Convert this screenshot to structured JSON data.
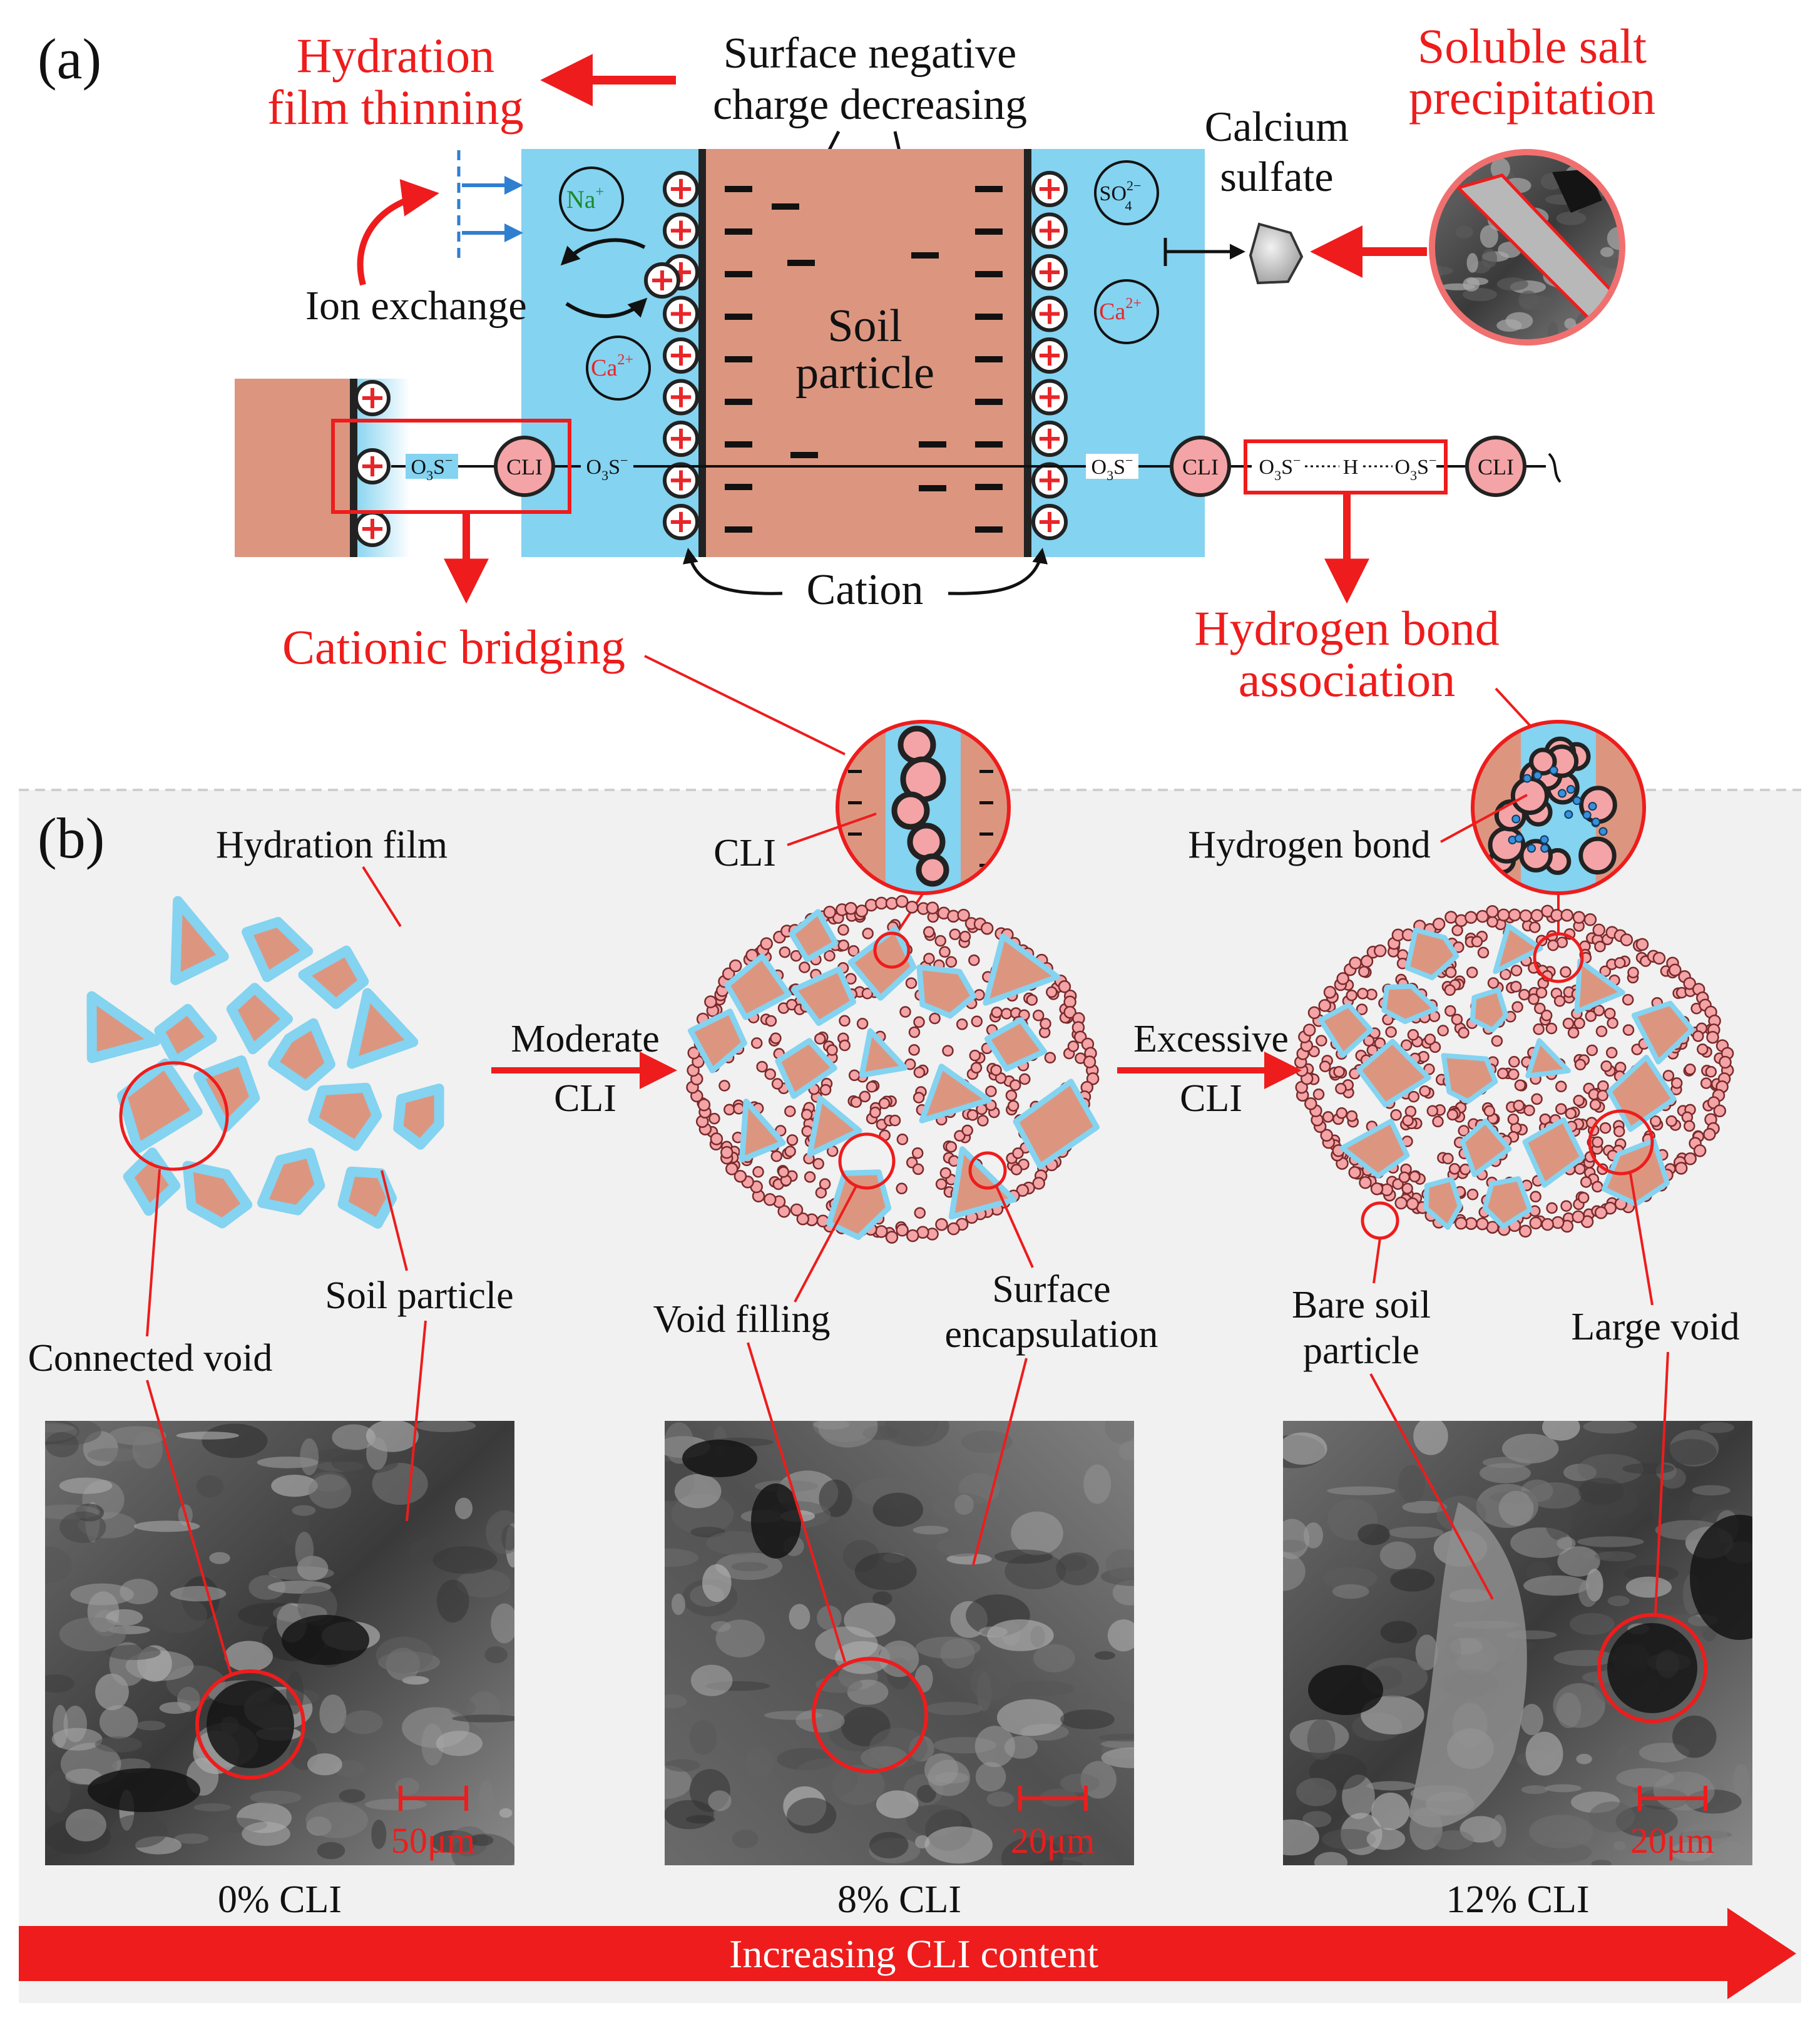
{
  "colors": {
    "accent_red": "#ee1c1c",
    "water_blue": "#84d3f0",
    "soil": "#dc9680",
    "cli_pink": "#f4a4a6",
    "panel_b_bg": "#f1f1f1",
    "ion_green": "#1a8a2a",
    "ion_red": "#e8262a",
    "arrow_blue": "#2f7fd0"
  },
  "panel_a": {
    "label": "(a)",
    "hydration_film_thinning": [
      "Hydration",
      "film thinning"
    ],
    "surface_negative_charge": [
      "Surface negative",
      "charge decreasing"
    ],
    "calcium_sulfate": [
      "Calcium",
      "sulfate"
    ],
    "soluble_salt": [
      "Soluble salt",
      "precipitation"
    ],
    "ion_exchange": "Ion exchange",
    "soil_particle": [
      "Soil",
      "particle"
    ],
    "cation": "Cation",
    "cationic_bridging": "Cationic bridging",
    "hydrogen_bond_association": [
      "Hydrogen bond",
      "association"
    ],
    "ions": {
      "na": "Na",
      "na_sup": "+",
      "ca": "Ca",
      "ca_sup": "2+",
      "so4": "SO",
      "so4_sub": "4",
      "so4_sup": "2−"
    },
    "chain": {
      "o3s": "O",
      "o3s_sub": "3",
      "o3s_tail": "S",
      "o3s_sup": "−",
      "cli": "CLI",
      "h": "H"
    }
  },
  "panel_b": {
    "label": "(b)",
    "hydration_film": "Hydration film",
    "cli_zoom_label": "CLI",
    "hydrogen_bond_label": "Hydrogen bond",
    "moderate": [
      "Moderate",
      "CLI"
    ],
    "excessive": [
      "Excessive",
      "CLI"
    ],
    "connected_void": "Connected void",
    "soil_particle": "Soil particle",
    "void_filling": "Void filling",
    "surface_encapsulation": [
      "Surface",
      "encapsulation"
    ],
    "bare_soil_particle": [
      "Bare soil",
      "particle"
    ],
    "large_void": "Large void",
    "scale_bars": [
      "50μm",
      "20μm",
      "20μm"
    ],
    "captions": [
      "0% CLI",
      "8% CLI",
      "12% CLI"
    ],
    "increasing_arrow": "Increasing CLI content"
  }
}
